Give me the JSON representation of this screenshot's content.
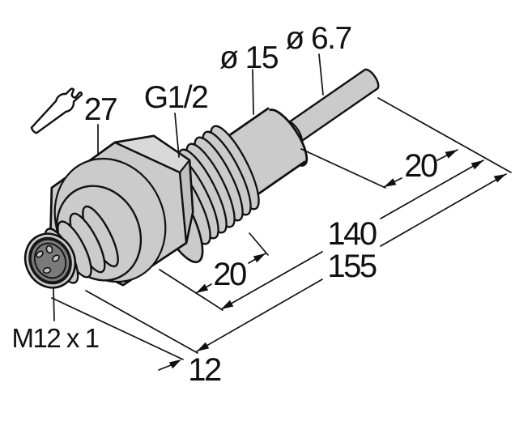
{
  "figure": {
    "type": "technical-dimension-drawing",
    "background": "#ffffff",
    "outline_color": "#111111",
    "body_color": "#cbcbcb",
    "top_face_color": "#d9d9d9",
    "side_face_color": "#c0c0c0",
    "connector_face_color": "#7a7a7a",
    "annotations": {
      "wrench_size": {
        "label": "27"
      },
      "process_thread": {
        "label": "G1/2"
      },
      "probe_diameter": {
        "label": "ø 15"
      },
      "tip_diameter": {
        "label": "ø 6.7"
      },
      "connector_thread": {
        "label": "M12 x 1"
      },
      "dim_tip_length": {
        "label": "20"
      },
      "dim_thread_length": {
        "label": "20"
      },
      "dim_length_140": {
        "label": "140"
      },
      "dim_total_155": {
        "label": "155"
      },
      "dim_connector_12": {
        "label": "12"
      }
    },
    "icons": {
      "wrench": "wrench-icon"
    }
  }
}
